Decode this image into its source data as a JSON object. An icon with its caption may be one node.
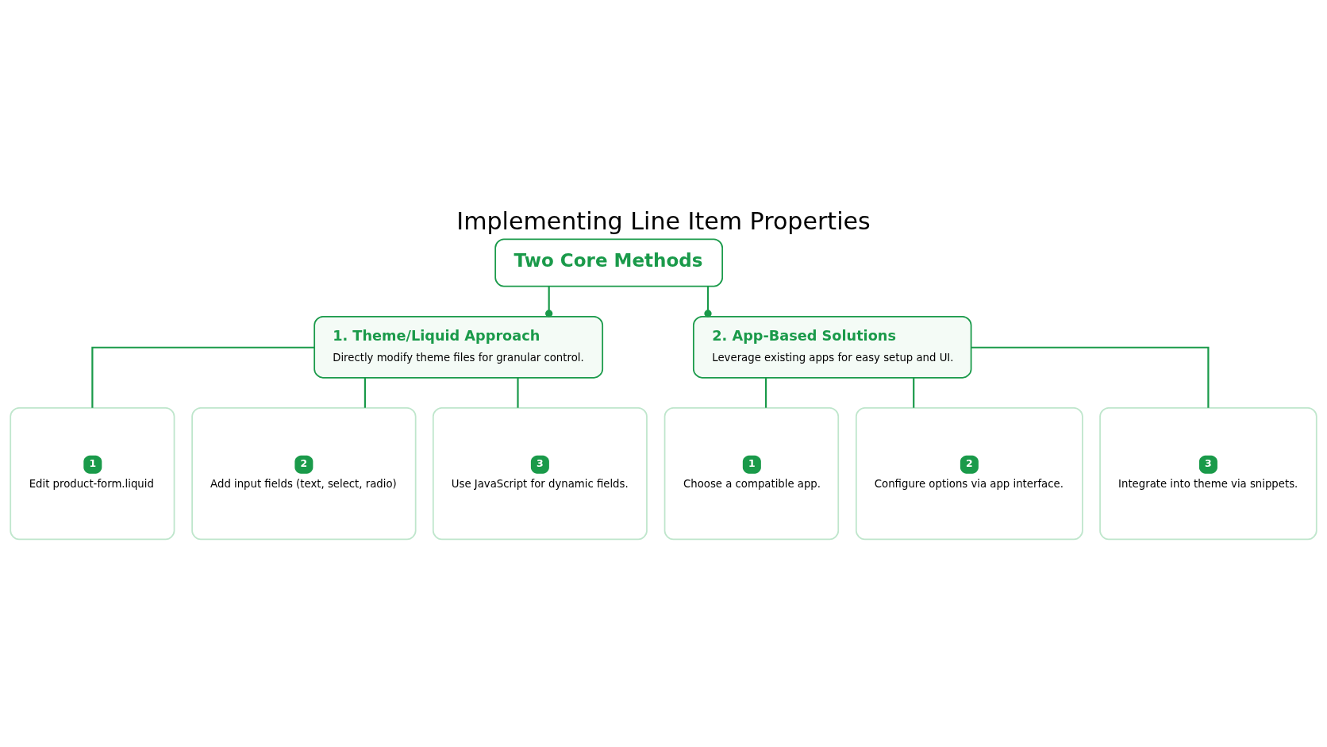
{
  "diagram": {
    "title": "Implementing Line Item Properties",
    "nodes": [
      {
        "text": [
          "Two Core Methods"
        ]
      },
      {
        "text": [
          "1. Theme/Liquid Approach",
          "Directly modify theme files for granular control."
        ]
      },
      {
        "text": [
          "2. App-Based Solutions",
          "Leverage existing apps for easy setup and UI."
        ]
      },
      {
        "text": [
          "1",
          "Edit product-form.liquid"
        ]
      },
      {
        "text": [
          "2",
          "Add input fields (text, select, radio)"
        ]
      },
      {
        "text": [
          "3",
          "Use JavaScript for dynamic fields."
        ]
      },
      {
        "text": [
          "1",
          "Choose a compatible app."
        ]
      },
      {
        "text": [
          "2",
          "Configure options via app interface."
        ]
      },
      {
        "text": [
          "3",
          "Integrate into theme via snippets."
        ]
      }
    ],
    "edges": [
      {
        "from": 0,
        "to": 1,
        "arrow": "other"
      },
      {
        "from": 0,
        "to": 2,
        "arrow": "other"
      },
      {
        "from": 1,
        "to": 3,
        "arrow": "none"
      },
      {
        "from": 1,
        "to": 4,
        "arrow": "none"
      },
      {
        "from": 1,
        "to": 5,
        "arrow": "none"
      },
      {
        "from": 2,
        "to": 6,
        "arrow": "none"
      },
      {
        "from": 2,
        "to": 7,
        "arrow": "none"
      },
      {
        "from": 2,
        "to": 8,
        "arrow": "none"
      }
    ]
  }
}
